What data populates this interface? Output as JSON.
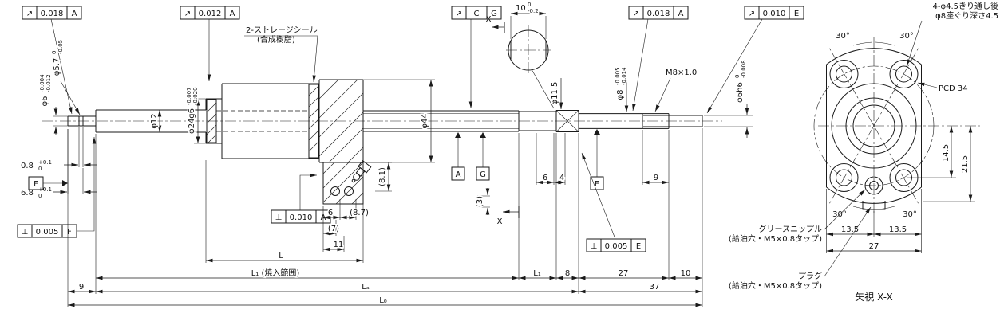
{
  "frames": {
    "f1": {
      "sym": "↗",
      "val": "0.018",
      "datum": "A"
    },
    "f2": {
      "sym": "↗",
      "val": "0.012",
      "datum": "A"
    },
    "f3": {
      "sym": "↗",
      "val": "C",
      "datum": "G"
    },
    "f4": {
      "sym": "↗",
      "val": "0.018",
      "datum": "A"
    },
    "f5": {
      "sym": "↗",
      "val": "0.010",
      "datum": "E"
    },
    "p1": {
      "sym": "⊥",
      "val": "0.005",
      "datum": "F"
    },
    "p2": {
      "sym": "⊥",
      "val": "0.010",
      "datum": "A"
    },
    "p3": {
      "sym": "⊥",
      "val": "0.005",
      "datum": "E"
    }
  },
  "datums": {
    "A": "A",
    "G": "G",
    "E": "E",
    "F": "F"
  },
  "callouts": {
    "seal_line1": "2-ストレージシール",
    "seal_line2": "(合成樹脂)",
    "holes_line1": "4-φ4.5きり通し後",
    "holes_line2": "φ8座ぐり深さ4.5",
    "grease_line1": "グリースニップル",
    "grease_line2": "(給油穴・M5×0.8タップ)",
    "plug_line1": "プラグ",
    "plug_line2": "(給油穴・M5×0.8タップ)",
    "thread": "M8×1.0",
    "pcd": "PCD 34",
    "view_label": "矢視 X-X",
    "section": "X"
  },
  "diameters": {
    "d6_left": {
      "v": "φ6",
      "tu": "-0.004",
      "tl": "-0.012"
    },
    "d5_7": {
      "v": "φ5.7",
      "tu": "0",
      "tl": "-0.05"
    },
    "d12": {
      "v": "φ12"
    },
    "d24": {
      "v": "φ24g6",
      "tu": "-0.007",
      "tl": "-0.020"
    },
    "d44": {
      "v": "φ44"
    },
    "d11_5": {
      "v": "φ11.5"
    },
    "d8": {
      "v": "φ8",
      "tu": "-0.005",
      "tl": "-0.014"
    },
    "d6_right": {
      "v": "φ6h6",
      "tu": "0",
      "tl": "-0.008"
    }
  },
  "dims": {
    "flat10": {
      "v": "10",
      "tu": "0",
      "tl": "-0.2"
    },
    "g08": {
      "v": "0.8",
      "tu": "+0.1",
      "tl": "0"
    },
    "g68": {
      "v": "6.8",
      "tu": "+0.1",
      "tl": "0"
    },
    "n81": "(8.1)",
    "n6": "6",
    "n87": "(8.7)",
    "n3": "(3)",
    "n7": "(7)",
    "n11": "11",
    "L": "L",
    "L1_hard": "L₁ (焼入範囲)",
    "L1": "L₁",
    "n8": "8",
    "n27": "27",
    "n10": "10",
    "n9": "9",
    "n4": "4",
    "La": "Lₐ",
    "n37": "37",
    "L0": "L₀",
    "deg30": "30°",
    "v14_5": "14.5",
    "v21_5": "21.5",
    "h13_5": "13.5"
  }
}
